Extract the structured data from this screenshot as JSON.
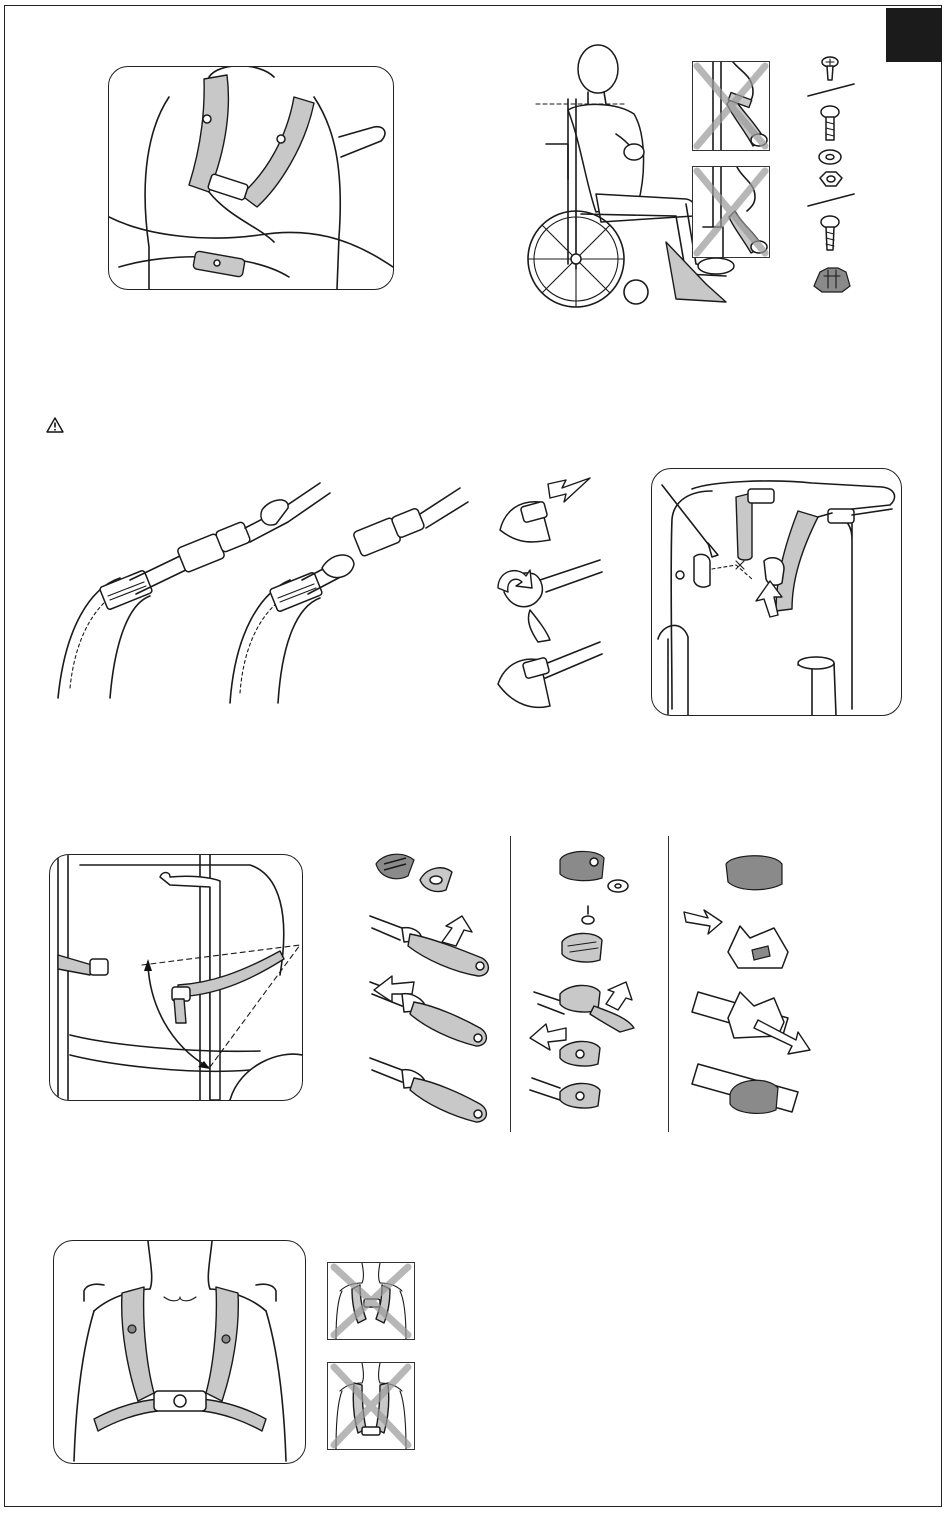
{
  "page": {
    "section_tab_label": "",
    "warning_symbol": "⚠"
  },
  "illustrations": {
    "fig1": "vest-harness-on-wheelchair",
    "fig2": "seated-user-mounting-height",
    "fig3": "strap-buckle-assembly",
    "fig4": "wheelchair-frame-fixing",
    "fig5": "harness-fitted-on-user"
  },
  "colors": {
    "line": "#1a1a1a",
    "strap_fill": "#c8c8c8",
    "cross_mark": "#9a9a9a",
    "tab": "#1b1b1b"
  }
}
